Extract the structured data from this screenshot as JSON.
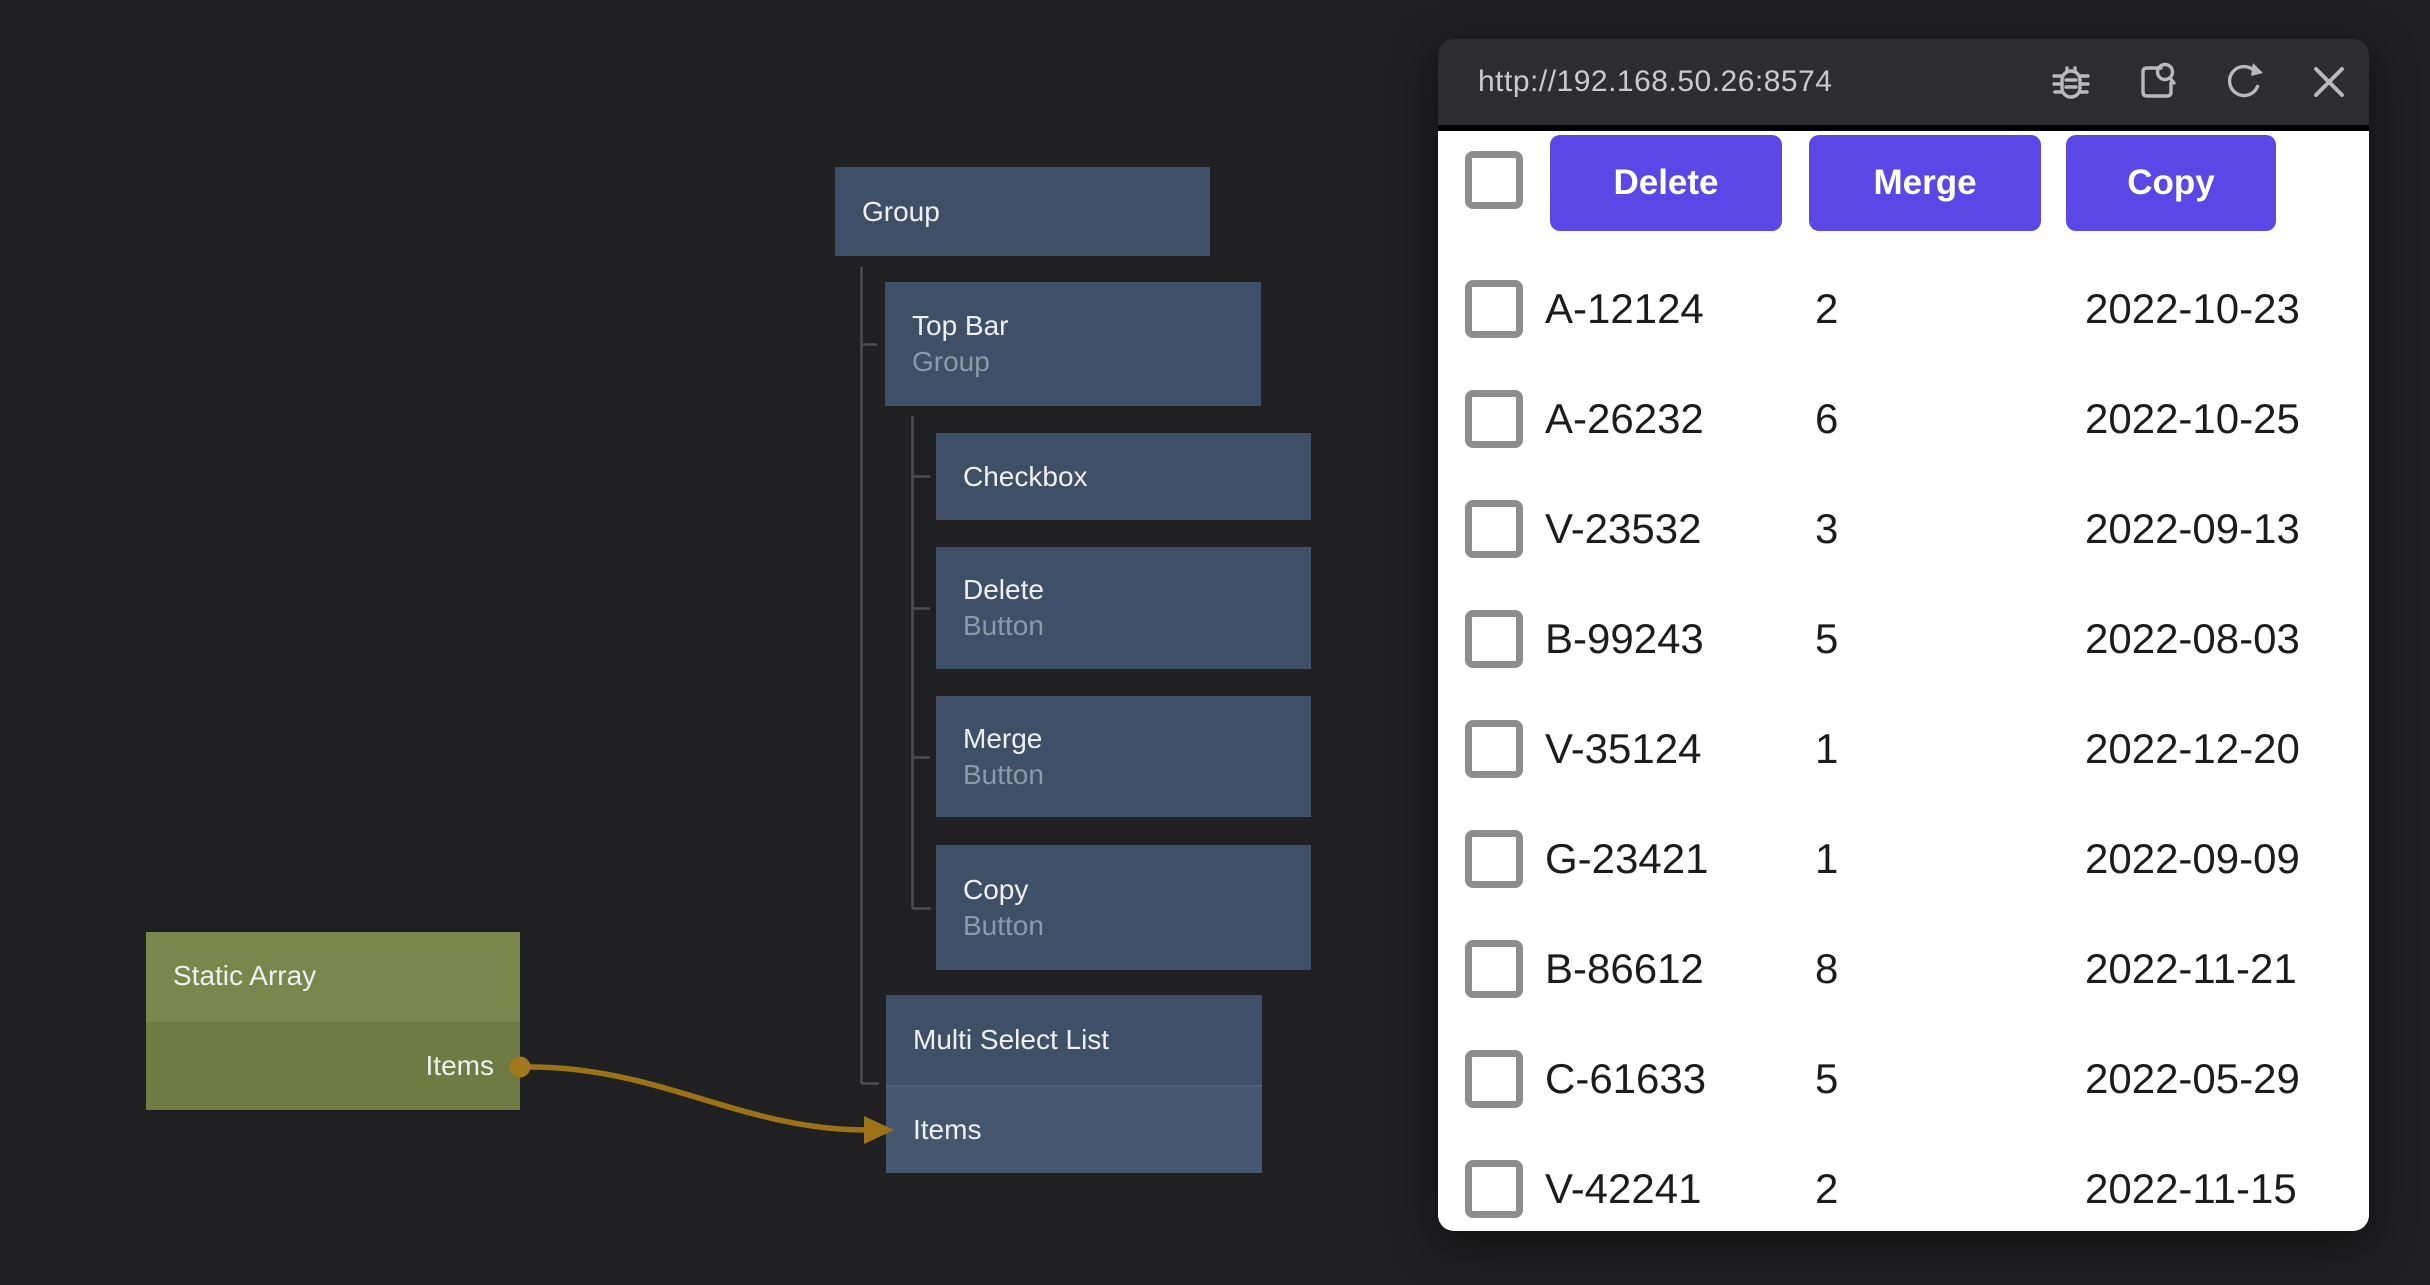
{
  "colors": {
    "background": "#202022",
    "node_blue": "#3d5068",
    "node_blue_light": "#45576f",
    "node_subtitle": "#8e99a7",
    "olive_title": "#7b864c",
    "olive_body": "#6f7b42",
    "wire": "#9b7216",
    "socket": "#a2781d",
    "tree_line": "#4d4d4d",
    "accent_purple": "#5a47e5",
    "browser_bar": "#2d2d2f",
    "url_text": "#cacaca",
    "icon": "#b9b9b9",
    "row_text": "#1c1c1c",
    "checkbox_border": "#8d8d8d"
  },
  "editor": {
    "nodes": [
      {
        "title": "Group"
      },
      {
        "title": "Top Bar",
        "subtitle": "Group"
      },
      {
        "title": "Checkbox"
      },
      {
        "title": "Delete",
        "subtitle": "Button"
      },
      {
        "title": "Merge",
        "subtitle": "Button"
      },
      {
        "title": "Copy",
        "subtitle": "Button"
      },
      {
        "title": "Multi Select List",
        "input_port": "Items"
      },
      {
        "title": "Static Array",
        "output_port": "Items"
      }
    ]
  },
  "browser": {
    "url": "http://192.168.50.26:8574",
    "icons": [
      "debug-icon",
      "inspect-icon",
      "refresh-icon",
      "close-icon"
    ],
    "toolbar_buttons": [
      {
        "label": "Delete"
      },
      {
        "label": "Merge"
      },
      {
        "label": "Copy"
      }
    ],
    "rows": [
      {
        "id": "A-12124",
        "qty": "2",
        "date": "2022-10-23"
      },
      {
        "id": "A-26232",
        "qty": "6",
        "date": "2022-10-25"
      },
      {
        "id": "V-23532",
        "qty": "3",
        "date": "2022-09-13"
      },
      {
        "id": "B-99243",
        "qty": "5",
        "date": "2022-08-03"
      },
      {
        "id": "V-35124",
        "qty": "1",
        "date": "2022-12-20"
      },
      {
        "id": "G-23421",
        "qty": "1",
        "date": "2022-09-09"
      },
      {
        "id": "B-86612",
        "qty": "8",
        "date": "2022-11-21"
      },
      {
        "id": "C-61633",
        "qty": "5",
        "date": "2022-05-29"
      },
      {
        "id": "V-42241",
        "qty": "2",
        "date": "2022-11-15"
      }
    ]
  }
}
